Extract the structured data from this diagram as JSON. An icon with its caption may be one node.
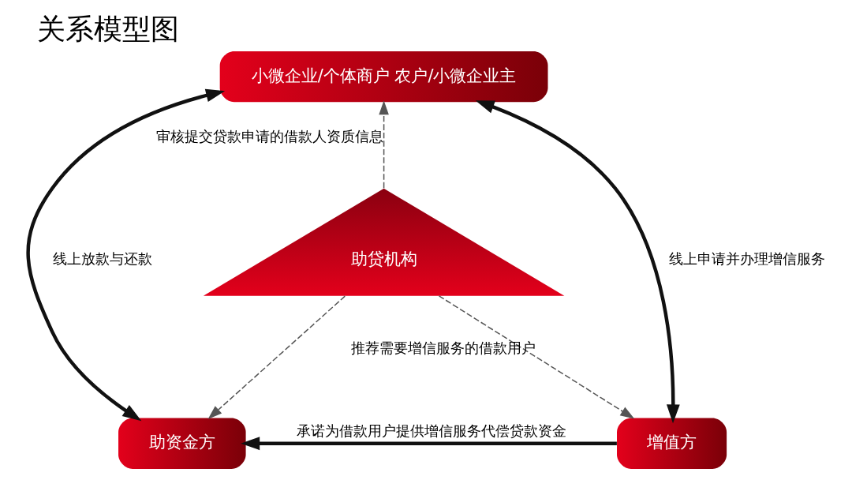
{
  "diagram": {
    "title": "关系模型图",
    "nodes": [
      {
        "text": [
          "小微企业/个体商户 农户/小微企业主"
        ]
      },
      {
        "text": [
          "助贷机构"
        ]
      },
      {
        "text": [
          "助资金方"
        ]
      },
      {
        "text": [
          "增值方"
        ]
      }
    ],
    "edges": [
      {
        "from": 0,
        "to": 2,
        "arrow": "both",
        "label": "线上放款与还款",
        "style": "thick"
      },
      {
        "from": 0,
        "to": 3,
        "arrow": "both",
        "label": "线上申请并办理增信服务",
        "style": "thick"
      },
      {
        "from": 3,
        "to": 2,
        "arrow": "to",
        "label": "承诺为借款用户提供增信服务代偿贷款资金",
        "style": "thick"
      },
      {
        "from": 1,
        "to": 0,
        "arrow": "to",
        "label": "审核提交贷款申请的借款人资质信息",
        "style": "dashed",
        "color": "#555555"
      },
      {
        "from": 1,
        "to": 2,
        "arrow": "to",
        "style": "dashed",
        "color": "#555555"
      },
      {
        "from": 1,
        "to": 3,
        "arrow": "to",
        "label": "推荐需要增信服务的借款用户",
        "style": "dashed",
        "color": "#555555"
      }
    ]
  }
}
